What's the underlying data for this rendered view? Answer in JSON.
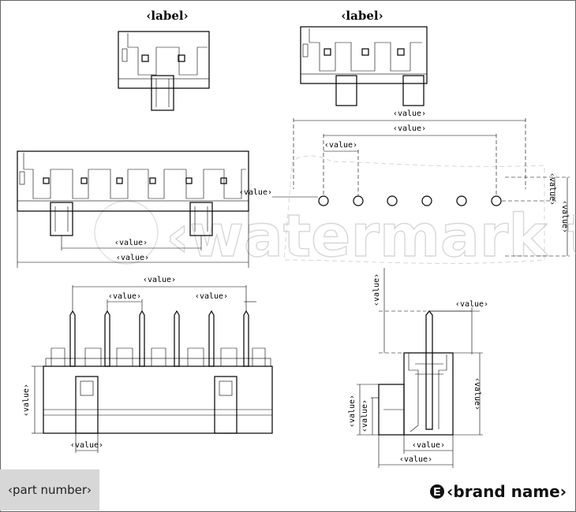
{
  "labels": {
    "title_2p": "‹label›",
    "title_3p": "‹label›",
    "dims": {
      "top_overall": "‹value›",
      "top_pitch_total": "‹value›",
      "top_pitch": "‹value›",
      "hole_dia": "‹value›",
      "hole_offset": "‹value›",
      "pcb_depth": "‹value›",
      "side_pitch_total": "‹value›",
      "side_overall": "‹value›",
      "front_pitch_total": "‹value›",
      "front_pitch": "‹value›",
      "pin_size": "‹value›",
      "front_height": "‹value›",
      "front_offset": "‹value›",
      "pin_length": "‹value›",
      "side_offset": "‹value›",
      "side_height": "‹value›",
      "side_mid": "‹value›",
      "side_low": "‹value›",
      "side_inner_width": "‹value›",
      "side_width": "‹value›"
    }
  },
  "part_number": "‹part number›",
  "brand": "‹brand name›",
  "watermark": "‹watermark text›"
}
